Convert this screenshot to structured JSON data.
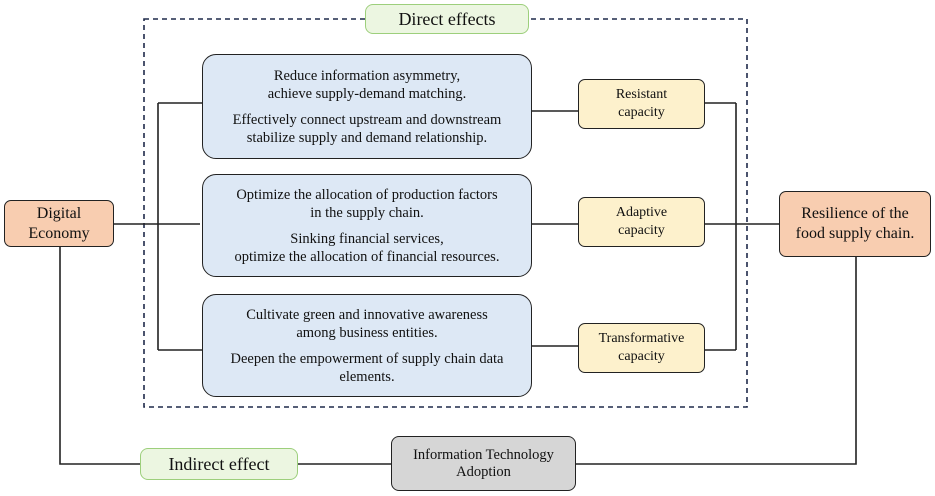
{
  "source": {
    "lines": [
      "Digital",
      "Economy"
    ]
  },
  "target": {
    "lines": [
      "Resilience of the",
      "food supply chain."
    ]
  },
  "direct_label": "Direct effects",
  "indirect_label": "Indirect effect",
  "mediator": {
    "lines": [
      "Information Technology",
      "Adoption"
    ]
  },
  "mechanisms": [
    {
      "paragraphs": [
        [
          "Reduce information asymmetry,",
          "achieve supply-demand matching."
        ],
        [
          "Effectively connect upstream and downstream",
          "stabilize supply and demand relationship."
        ]
      ]
    },
    {
      "paragraphs": [
        [
          "Optimize the allocation of production factors",
          "in the supply chain."
        ],
        [
          "Sinking financial services,",
          "optimize the allocation of financial resources."
        ]
      ]
    },
    {
      "paragraphs": [
        [
          "Cultivate green and innovative awareness",
          "among business entities."
        ],
        [
          "Deepen the empowerment of supply chain data",
          "elements."
        ]
      ]
    }
  ],
  "capacities": [
    {
      "lines": [
        "Resistant",
        "capacity"
      ]
    },
    {
      "lines": [
        "Adaptive",
        "capacity"
      ]
    },
    {
      "lines": [
        "Transformative",
        "capacity"
      ]
    }
  ],
  "colors": {
    "node_orange": "#f8cdb0",
    "mechanism_blue": "#dde8f5",
    "capacity_yellow": "#fdf1cc",
    "label_green": "#ecf6e1",
    "mediator_grey": "#d6d6d6",
    "dashed_frame": "#1f2a4a"
  }
}
